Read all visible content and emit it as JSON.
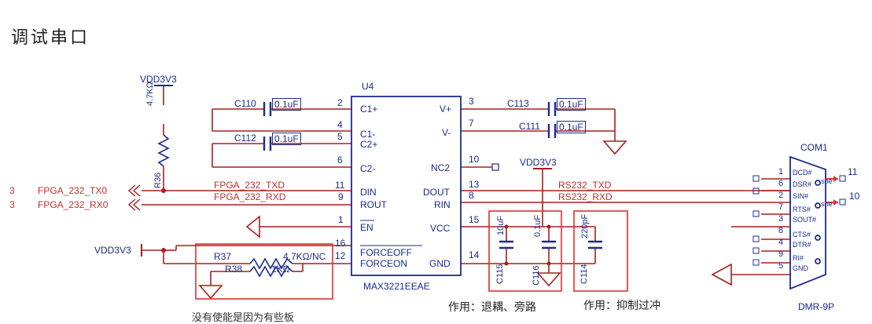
{
  "title": "调试串口",
  "colors": {
    "wire": "#a6201e",
    "label": "#c0302c",
    "net": "#1c2c8c",
    "component": "#1c2c8c",
    "highlight": "#e03030",
    "text": "#222222"
  },
  "power": {
    "vdd": "VDD3V3"
  },
  "u4": {
    "ref": "U4",
    "part": "MAX3221EEAE",
    "left_pins": [
      {
        "num": "2",
        "name": "C1+"
      },
      {
        "num": "4",
        "name": "C1-"
      },
      {
        "num": "5",
        "name": "C2+"
      },
      {
        "num": "6",
        "name": "C2-"
      },
      {
        "num": "11",
        "name": "DIN"
      },
      {
        "num": "9",
        "name": "ROUT"
      },
      {
        "num": "1",
        "name": "EN"
      },
      {
        "num": "16",
        "name": "FORCEOFF"
      },
      {
        "num": "12",
        "name": "FORCEON"
      }
    ],
    "right_pins": [
      {
        "num": "3",
        "name": "V+"
      },
      {
        "num": "7",
        "name": "V-"
      },
      {
        "num": "10",
        "name": "NC2"
      },
      {
        "num": "13",
        "name": "DOUT"
      },
      {
        "num": "8",
        "name": "RIN"
      },
      {
        "num": "15",
        "name": "VCC"
      },
      {
        "num": "14",
        "name": "GND"
      }
    ]
  },
  "caps": {
    "c110": {
      "ref": "C110",
      "value": "0.1uF"
    },
    "c112": {
      "ref": "C112",
      "value": "0.1uF"
    },
    "c113": {
      "ref": "C113",
      "value": "0.1uF"
    },
    "c111": {
      "ref": "C111",
      "value": "0.1uF"
    },
    "c115": {
      "ref": "C115",
      "value": "10uF"
    },
    "c116": {
      "ref": "C116",
      "value": "0.1uF"
    },
    "c114": {
      "ref": "C114",
      "value": "220pF"
    }
  },
  "resistors": {
    "r36": {
      "ref": "R36",
      "value": "4.7KΩ"
    },
    "r37": {
      "ref": "R37",
      "value": "4.7KΩ/NC"
    },
    "r38": {
      "ref": "R38",
      "value": "1KΩ"
    }
  },
  "ports": {
    "tx": {
      "sheet": "3",
      "name": "FPGA_232_TX0"
    },
    "rx": {
      "sheet": "3",
      "name": "FPGA_232_RX0"
    }
  },
  "nets": {
    "fpga_txd": "FPGA_232_TXD",
    "fpga_rxd": "FPGA_232_RXD",
    "rs232_txd": "RS232_TXD",
    "rs232_rxd": "RS232_RXD"
  },
  "com": {
    "ref": "COM1",
    "part": "DMR-9P",
    "pins": [
      {
        "num": "1",
        "name": "DCD#"
      },
      {
        "num": "6",
        "name": "DSR#"
      },
      {
        "num": "2",
        "name": "SIN#"
      },
      {
        "num": "7",
        "name": "RTS#"
      },
      {
        "num": "3",
        "name": "SOUT#"
      },
      {
        "num": "8",
        "name": "CTS#"
      },
      {
        "num": "4",
        "name": "DTR#"
      },
      {
        "num": "9",
        "name": "RI#"
      },
      {
        "num": "5",
        "name": "GND"
      }
    ],
    "shield": "she",
    "mount": [
      "11",
      "10"
    ]
  },
  "annotations": {
    "decoupling": "作用：退耦、旁路",
    "suppress": "作用：抑制过冲",
    "cut_note": "没有使能是因为有些板"
  }
}
